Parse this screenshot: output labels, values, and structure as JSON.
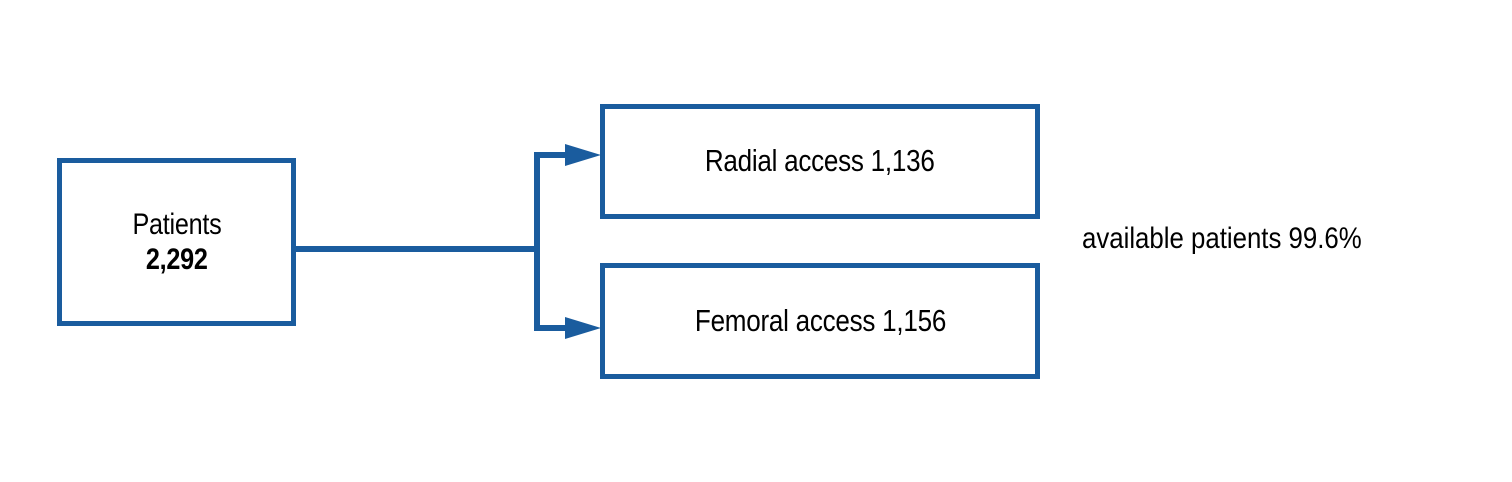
{
  "diagram": {
    "type": "flowchart",
    "orientation": "left-to-right",
    "background_color": "#ffffff",
    "accent_color": "#1a5c9e",
    "text_color": "#000000",
    "nodes": [
      {
        "id": "patients",
        "label": "Patients",
        "value": "2,292",
        "role": "source"
      },
      {
        "id": "radial",
        "label": "Radial access 1,136",
        "role": "branch"
      },
      {
        "id": "femoral",
        "label": "Femoral access 1,156",
        "role": "branch"
      }
    ],
    "edges": [
      {
        "from": "patients",
        "to": "radial",
        "style": "elbow-arrow"
      },
      {
        "from": "patients",
        "to": "femoral",
        "style": "elbow-arrow"
      }
    ],
    "annotation": "available patients 99.6%"
  }
}
